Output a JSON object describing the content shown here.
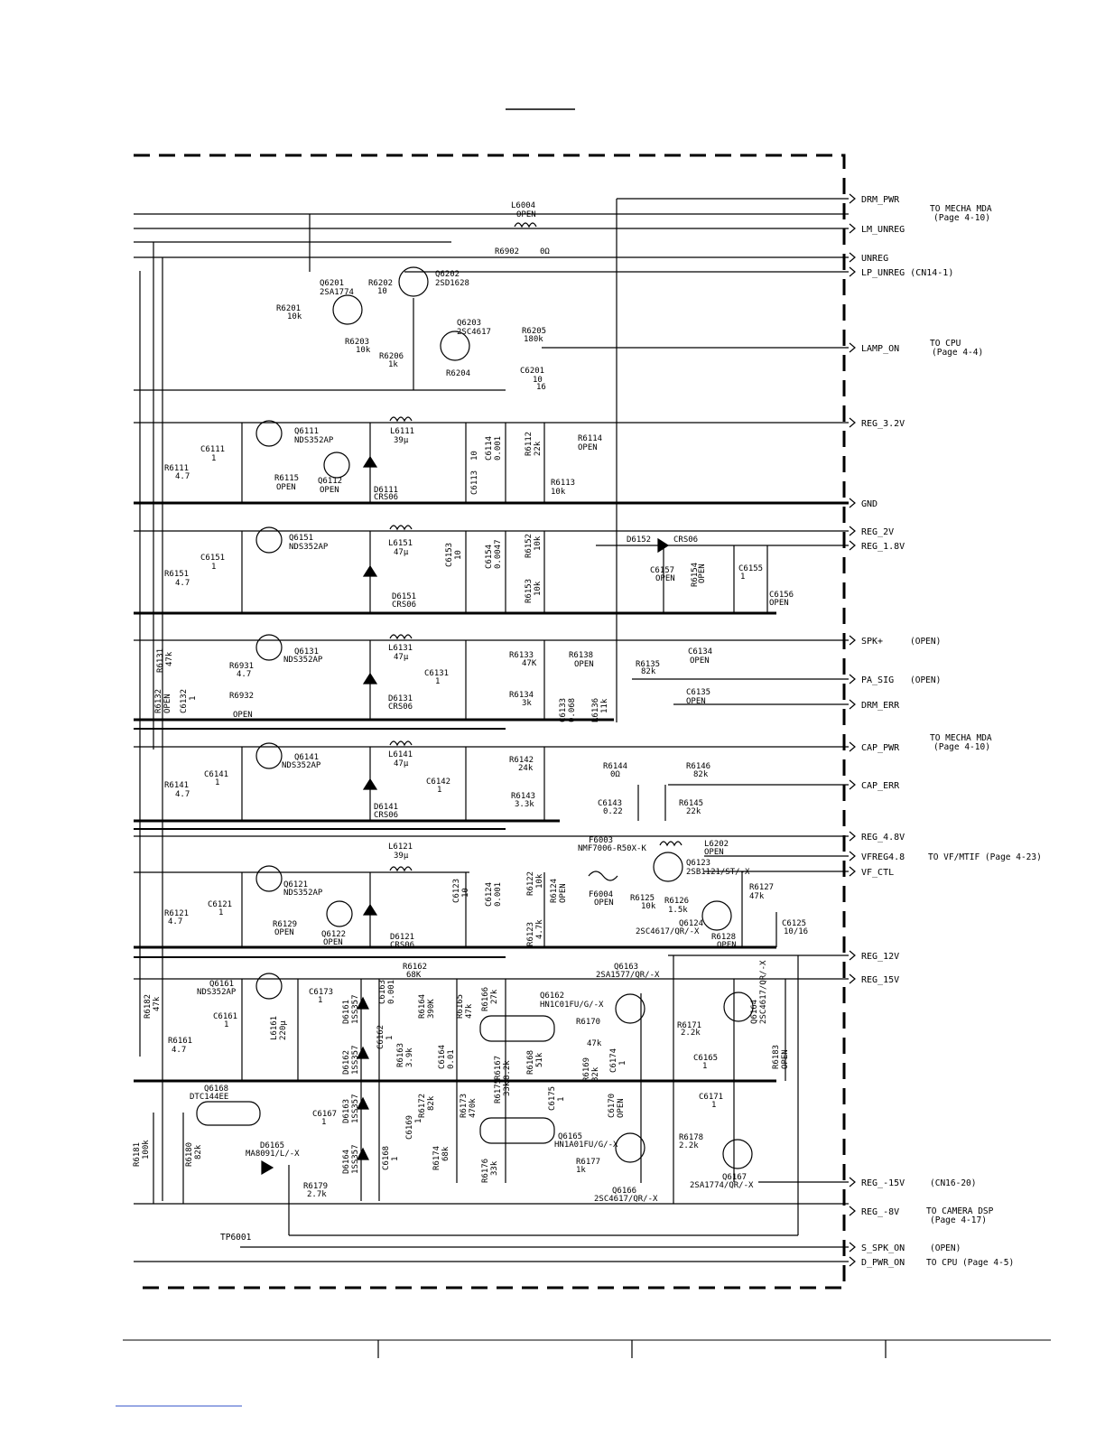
{
  "connectors": [
    {
      "id": "drm_pwr",
      "label": "DRM_PWR"
    },
    {
      "id": "lm_unreg",
      "label": "LM_UNREG"
    },
    {
      "id": "unreg",
      "label": "UNREG"
    },
    {
      "id": "lp_unreg",
      "label": "LP_UNREG (CN14-1)"
    },
    {
      "id": "lamp_on",
      "label": "LAMP_ON"
    },
    {
      "id": "reg_3v2",
      "label": "REG_3.2V"
    },
    {
      "id": "gnd",
      "label": "GND"
    },
    {
      "id": "reg_2v",
      "label": "REG_2V"
    },
    {
      "id": "reg_1v8",
      "label": "REG_1.8V"
    },
    {
      "id": "spk_plus",
      "label": "SPK+"
    },
    {
      "id": "pa_sig",
      "label": "PA_SIG"
    },
    {
      "id": "drm_err",
      "label": "DRM_ERR"
    },
    {
      "id": "cap_pwr",
      "label": "CAP_PWR"
    },
    {
      "id": "cap_err",
      "label": "CAP_ERR"
    },
    {
      "id": "reg_4v8",
      "label": "REG_4.8V"
    },
    {
      "id": "vfreg",
      "label": "VFREG4.8"
    },
    {
      "id": "vf_ctl",
      "label": "VF_CTL"
    },
    {
      "id": "reg_12v",
      "label": "REG_12V"
    },
    {
      "id": "reg_15v",
      "label": "REG_15V"
    },
    {
      "id": "reg_m15v",
      "label": "REG_-15V"
    },
    {
      "id": "reg_m8v",
      "label": "REG_-8V"
    },
    {
      "id": "s_spk_on",
      "label": "S_SPK_ON"
    },
    {
      "id": "d_pwr_on",
      "label": "D_PWR_ON"
    }
  ],
  "notes": {
    "to_mecha_mda_1": "TO MECHA MDA",
    "page_4_10_1": "(Page 4-10)",
    "to_cpu_1": "TO CPU",
    "page_4_4": "(Page 4-4)",
    "spk_open": "(OPEN)",
    "pa_open": "(OPEN)",
    "to_mecha_mda_2": "TO MECHA MDA",
    "page_4_10_2": "(Page 4-10)",
    "vf_mtif": "TO VF/MTIF (Page 4-23)",
    "cn16": "(CN16-20)",
    "to_camera_dsp": "TO CAMERA DSP",
    "page_4_17": "(Page 4-17)",
    "s_spk_open": "(OPEN)",
    "to_cpu_2": "TO CPU (Page 4-5)",
    "tp6001": "TP6001"
  },
  "components": {
    "l6004": "L6004",
    "l6004_v": "OPEN",
    "r6902": "R6902",
    "r6902_v": "0Ω",
    "q6201": "Q6201",
    "q6201_v": "2SA1774",
    "r6202": "R6202",
    "r6202_v": "10",
    "q6202": "Q6202",
    "q6202_v": "2SD1628",
    "r6201": "R6201",
    "r6201_v": "10k",
    "q6203": "Q6203",
    "q6203_v": "2SC4617",
    "r6205": "R6205",
    "r6205_v": "180k",
    "r6203": "R6203",
    "r6203_v": "10k",
    "r6206": "R6206",
    "r6206_v": "1k",
    "r6204": "R6204",
    "c6201": "C6201",
    "c6201_v1": "10",
    "c6201_v2": "16",
    "q6111": "Q6111",
    "q6111_v": "NDS352AP",
    "l6111": "L6111",
    "l6111_v": "39μ",
    "c6114": "C6114",
    "c6114_v": "0.001",
    "r6112": "R6112",
    "r6112_v": "22k",
    "r6114": "R6114",
    "r6114_v": "OPEN",
    "c6111": "C6111",
    "c6111_v": "1",
    "r6111": "R6111",
    "r6111_v": "4.7",
    "r6115": "R6115",
    "r6115_v": "OPEN",
    "q6112": "Q6112",
    "q6112_v": "OPEN",
    "d6111": "D6111",
    "d6111_v": "CRS06",
    "c6113": "C6113",
    "c6113_v": "10",
    "r6113": "R6113",
    "r6113_v": "10k",
    "q6151": "Q6151",
    "q6151_v": "NDS352AP",
    "l6151": "L6151",
    "l6151_v": "47μ",
    "c6151": "C6151",
    "c6151_v": "1",
    "r6151": "R6151",
    "r6151_v": "4.7",
    "c6153": "C6153",
    "c6153_v": "10",
    "c6154": "C6154",
    "c6154_v": "0.0047",
    "r6152": "R6152",
    "r6152_v": "10k",
    "r6153": "R6153",
    "r6153_v": "10k",
    "d6151": "D6151",
    "d6151_v": "CRS06",
    "d6152": "D6152",
    "d6152_v": "CRS06",
    "c6157": "C6157",
    "c6157_v": "OPEN",
    "r6154": "R6154",
    "r6154_v": "OPEN",
    "c6155": "C6155",
    "c6155_v": "1",
    "c6156": "C6156",
    "c6156_v": "OPEN",
    "q6131": "Q6131",
    "q6131_v": "NDS352AP",
    "l6131": "L6131",
    "l6131_v": "47μ",
    "r6131": "R6131",
    "r6131_v": "47k",
    "r6931": "R6931",
    "r6931_v": "4.7",
    "r6932": "R6932",
    "r6932_v": "OPEN",
    "r6132": "R6132",
    "r6132_v": "OPEN",
    "c6132": "C6132",
    "c6132_v": "1",
    "c6131": "C6131",
    "c6131_v": "1",
    "d6131": "D6131",
    "d6131_v": "CRS06",
    "r6133": "R6133",
    "r6133_v": "47K",
    "r6134": "R6134",
    "r6134_v": "3k",
    "r6138": "R6138",
    "r6138_v": "OPEN",
    "c6133": "C6133",
    "c6133_v": "0.068",
    "r6136": "R6136",
    "r6136_v": "11k",
    "r6135": "R6135",
    "r6135_v": "82k",
    "c6134": "C6134",
    "c6134_v": "OPEN",
    "c6135": "C6135",
    "c6135_v": "OPEN",
    "q6141": "Q6141",
    "q6141_v": "NDS352AP",
    "l6141": "L6141",
    "l6141_v": "47μ",
    "c6141": "C6141",
    "c6141_v": "1",
    "r6141": "R6141",
    "r6141_v": "4.7",
    "c6142": "C6142",
    "c6142_v": "1",
    "d6141": "D6141",
    "d6141_v": "CRS06",
    "r6142": "R6142",
    "r6142_v": "24k",
    "r6143": "R6143",
    "r6143_v": "3.3k",
    "r6144": "R6144",
    "r6144_v": "0Ω",
    "c6143": "C6143",
    "c6143_v": "0.22",
    "r6146": "R6146",
    "r6146_v": "82k",
    "r6145": "R6145",
    "r6145_v": "22k",
    "f6003": "F6003",
    "f6003_v": "NMF7006-R50X-K",
    "l6202": "L6202",
    "l6202_v": "OPEN",
    "q6123": "Q6123",
    "q6123_v": "2SB1121/ST/-X",
    "f6004": "F6004",
    "f6004_v": "OPEN",
    "r6125": "R6125",
    "r6125_v": "10k",
    "r6126": "R6126",
    "r6126_v": "1.5k",
    "r6127": "R6127",
    "r6127_v": "47k",
    "q6124": "Q6124",
    "q6124_v": "2SC4617/QR/-X",
    "c6125": "C6125",
    "c6125_v": "10/16",
    "r6128": "R6128",
    "r6128_v": "OPEN",
    "l6121": "L6121",
    "l6121_v": "39μ",
    "q6121": "Q6121",
    "q6121_v": "NDS352AP",
    "c6121": "C6121",
    "c6121_v": "1",
    "r6121": "R6121",
    "r6121_v": "4.7",
    "r6129": "R6129",
    "r6129_v": "OPEN",
    "q6122": "Q6122",
    "q6122_v": "OPEN",
    "d6121": "D6121",
    "d6121_v": "CRS06",
    "c6123": "C6123",
    "c6123_v": "10",
    "c6124": "C6124",
    "c6124_v": "0.001",
    "r6122": "R6122",
    "r6122_v": "10k",
    "r6124": "R6124",
    "r6124_v": "OPEN",
    "r6123": "R6123",
    "r6123_v": "4.7k",
    "q6161": "Q6161",
    "q6161_v": "NDS352AP",
    "r6182": "R6182",
    "r6182_v": "47k",
    "c6161": "C6161",
    "c6161_v": "1",
    "r6161": "R6161",
    "r6161_v": "4.7",
    "l6161": "L6161",
    "l6161_v": "220μ",
    "c6173": "C6173",
    "c6173_v": "1",
    "d6161": "D6161",
    "d6161_v": "1SS357",
    "d6162": "D6162",
    "d6162_v": "1SS357",
    "d6163": "D6163",
    "d6163_v": "1SS357",
    "d6164": "D6164",
    "d6164_v": "1SS357",
    "c6162": "C6162",
    "c6162_v": "1",
    "c6163": "C6163",
    "c6163_v": "0.001",
    "r6162": "R6162",
    "r6162_v": "68K",
    "r6163": "R6163",
    "r6163_v": "3.9k",
    "r6164": "R6164",
    "r6164_v": "390K",
    "r6165": "R6165",
    "r6165_v": "47k",
    "c6164": "C6164",
    "c6164_v": "0.01",
    "r6166": "R6166",
    "r6166_v": "27k",
    "r6167": "R6167",
    "r6167_v": "8.2k",
    "q6162": "Q6162",
    "q6162_v": "HN1C01FU/G/-X",
    "q6163": "Q6163",
    "q6163_v": "2SA1577/QR/-X",
    "r6170": "R6170",
    "r6170_v": "47k",
    "r6168": "R6168",
    "r6168_v": "51k",
    "r6169": "R6169",
    "r6169_v": "82k",
    "c6174": "C6174",
    "c6174_v": "1",
    "r6171": "R6171",
    "r6171_v": "2.2k",
    "q6164": "Q6164",
    "q6164_v": "2SC4617/QR/-X",
    "c6165": "C6165",
    "c6165_v": "1",
    "r6183": "R6183",
    "r6183_v": "OPEN",
    "q6168": "Q6168",
    "q6168_v": "DTC144EE",
    "c6167": "C6167",
    "c6167_v": "1",
    "c6168": "C6168",
    "c6168_v": "1",
    "c6169": "C6169",
    "c6169_v": "1",
    "r6172": "R6172",
    "r6172_v": "82k",
    "r6173": "R6173",
    "r6173_v": "470k",
    "r6175": "R6175",
    "r6175_v": "33k",
    "c6175": "C6175",
    "c6175_v": "1",
    "c6170": "C6170",
    "c6170_v": "OPEN",
    "q6165": "Q6165",
    "q6165_v": "HN1A01FU/G/-X",
    "c6171": "C6171",
    "c6171_v": "1",
    "r6178": "R6178",
    "r6178_v": "2.2k",
    "q6167": "Q6167",
    "q6167_v": "2SA1774/QR/-X",
    "r6174": "R6174",
    "r6174_v": "68k",
    "r6176": "R6176",
    "r6176_v": "33k",
    "r6177": "R6177",
    "r6177_v": "1k",
    "q6166": "Q6166",
    "q6166_v": "2SC4617/QR/-X",
    "r6181": "R6181",
    "r6181_v": "100k",
    "r6180": "R6180",
    "r6180_v": "82k",
    "d6165": "D6165",
    "d6165_v": "MA8091/L/-X",
    "r6179": "R6179",
    "r6179_v": "2.7k"
  }
}
